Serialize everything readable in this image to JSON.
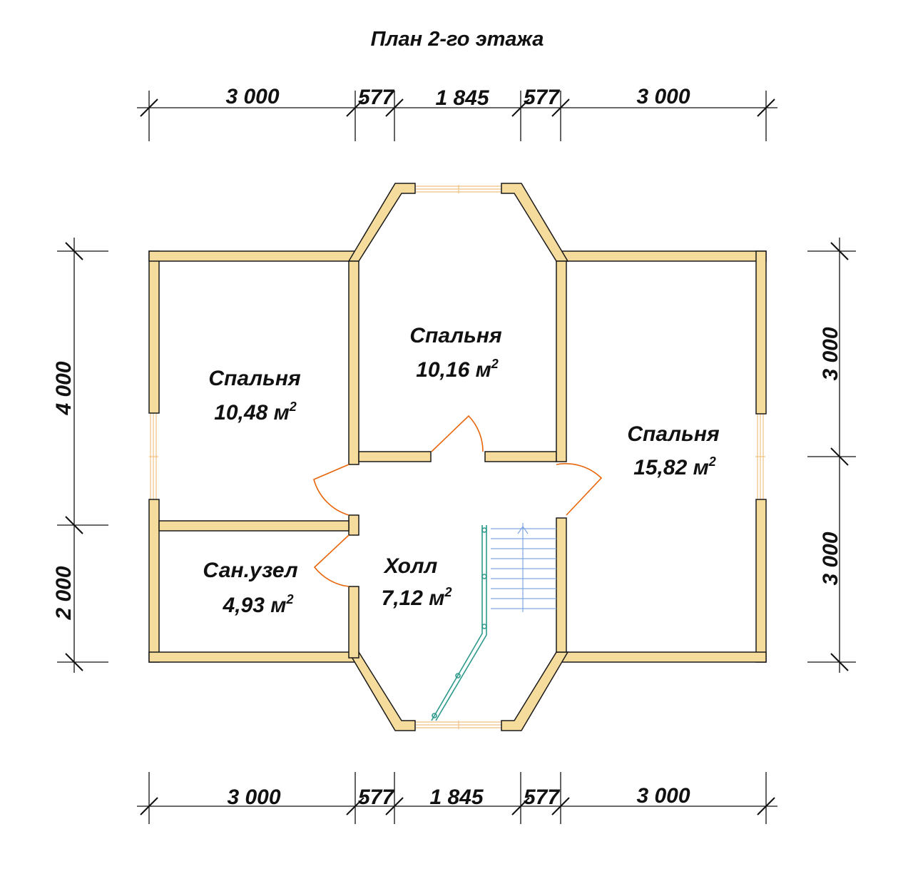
{
  "title": "План 2-го этажа",
  "colors": {
    "wall_fill": "#F5DC9C",
    "wall_stroke": "#1A1A1A",
    "door": "#E8650A",
    "stair": "#7FA7E0",
    "rail": "#2E9A8C",
    "window": "#F0C080",
    "dim_line": "#111111"
  },
  "dimensions": {
    "top": [
      "3 000",
      "577",
      "1 845",
      "577",
      "3 000"
    ],
    "bottom": [
      "3 000",
      "577",
      "1 845",
      "577",
      "3 000"
    ],
    "left": [
      "4 000",
      "2 000"
    ],
    "right": [
      "3 000",
      "3 000"
    ]
  },
  "rooms": [
    {
      "name": "Спальня",
      "area": "10,48 м",
      "sup": "2"
    },
    {
      "name": "Спальня",
      "area": "10,16 м",
      "sup": "2"
    },
    {
      "name": "Спальня",
      "area": "15,82 м",
      "sup": "2"
    },
    {
      "name": "Сан.узел",
      "area": "4,93 м",
      "sup": "2"
    },
    {
      "name": "Холл",
      "area": "7,12 м",
      "sup": "2"
    }
  ]
}
